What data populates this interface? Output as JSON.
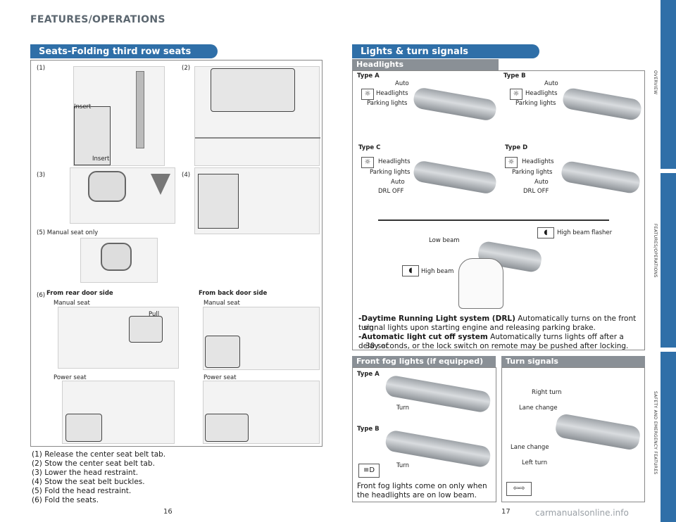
{
  "header": {
    "title": "FEATURES/OPERATIONS"
  },
  "left": {
    "banner": "Seats-Folding third row seats",
    "steps": {
      "s1": "(1)",
      "s2": "(2)",
      "s3": "(3)",
      "s4": "(4)",
      "s5": "(5) Manual seat only",
      "s6": "(6)"
    },
    "insert_label": "Insert",
    "from_rear": "From rear door side",
    "from_back": "From back door side",
    "manual_seat": "Manual seat",
    "power_seat": "Power seat",
    "pull": "Pull",
    "instructions": [
      "(1) Release the center seat belt tab.",
      "(2) Stow the center seat belt tab.",
      "(3) Lower the head restraint.",
      "(4) Stow the seat belt buckles.",
      "(5) Fold the head restraint.",
      "(6) Fold the seats."
    ],
    "page": "16"
  },
  "right": {
    "banner": "Lights & turn signals",
    "headlights_bar": "Headlights",
    "type_a": "Type A",
    "type_b": "Type B",
    "type_c": "Type C",
    "type_d": "Type D",
    "auto": "Auto",
    "headlights": "Headlights",
    "parking_lights": "Parking lights",
    "drl_off": "DRL OFF",
    "low_beam": "Low beam",
    "high_beam": "High beam",
    "high_beam_flasher": "High beam flasher",
    "drl_title": "-Daytime Running Light system (DRL)",
    "drl_text": " Automatically turns on the front turn",
    "drl_text2": "signal lights upon starting engine and releasing parking brake.",
    "auto_cut_title": "-Automatic light cut off system",
    "auto_cut_text": " Automatically turns lights off after a delay of",
    "auto_cut_text2": "30 seconds, or the lock switch on remote may be pushed after locking.",
    "fog_bar": "Front fog lights (if equipped)",
    "turn": "Turn",
    "fog_note": "Front fog lights come on only when the headlights are on low beam.",
    "turn_bar": "Turn signals",
    "right_turn": "Right turn",
    "lane_change": "Lane change",
    "left_turn": "Left turn",
    "page": "17"
  },
  "sidebar": {
    "overview": "OVERVIEW",
    "features": "FEATURES/OPERATIONS",
    "safety": "SAFETY AND EMERGENCY FEATURES"
  },
  "watermark": "carmanualsonline.info"
}
